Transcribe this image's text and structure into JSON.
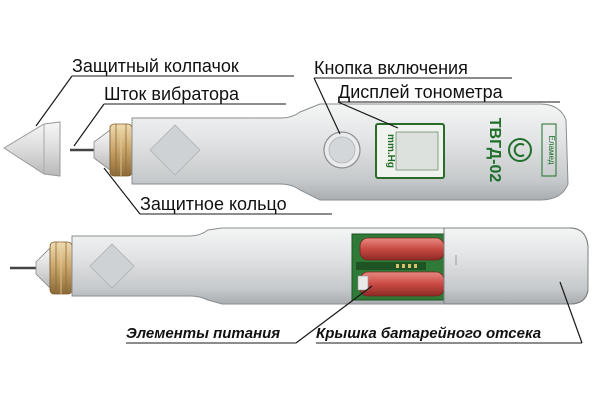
{
  "labels": {
    "protective_cap": "Защитный колпачок",
    "vibrator_rod": "Шток вибратора",
    "power_button": "Кнопка включения",
    "tonometer_display": "Дисплей тонометра",
    "protective_ring": "Защитное кольцо",
    "batteries": "Элементы питания",
    "battery_cover": "Крышка батарейного отсека"
  },
  "device": {
    "model": "ТВГД-02",
    "unit": "mm.Hg",
    "brand": "Еламед"
  },
  "colors": {
    "body": "#d7d9da",
    "display_border": "#2a6b2a",
    "text_green": "#1f6e2a",
    "brass": "#c9a46a",
    "battery_red": "#c84a43",
    "pcb_green": "#2f7a36"
  }
}
